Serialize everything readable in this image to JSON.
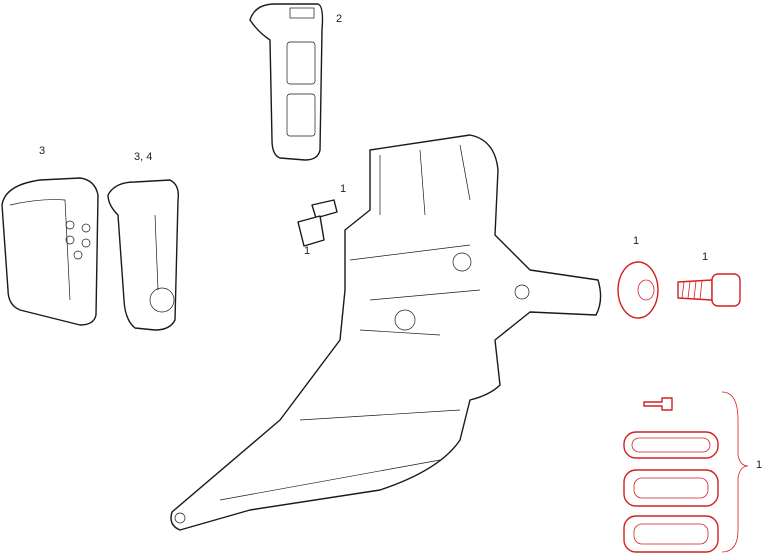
{
  "callouts": {
    "battery_cover": "2",
    "battery": "3",
    "battery_holder": "3, 4",
    "limit_screw_top": "1",
    "limit_screw_bottom": "1",
    "washer": "1",
    "bolt": "1",
    "shim_kit": "1"
  },
  "colors": {
    "line": "#1a1a1a",
    "highlight": "#d42020"
  }
}
